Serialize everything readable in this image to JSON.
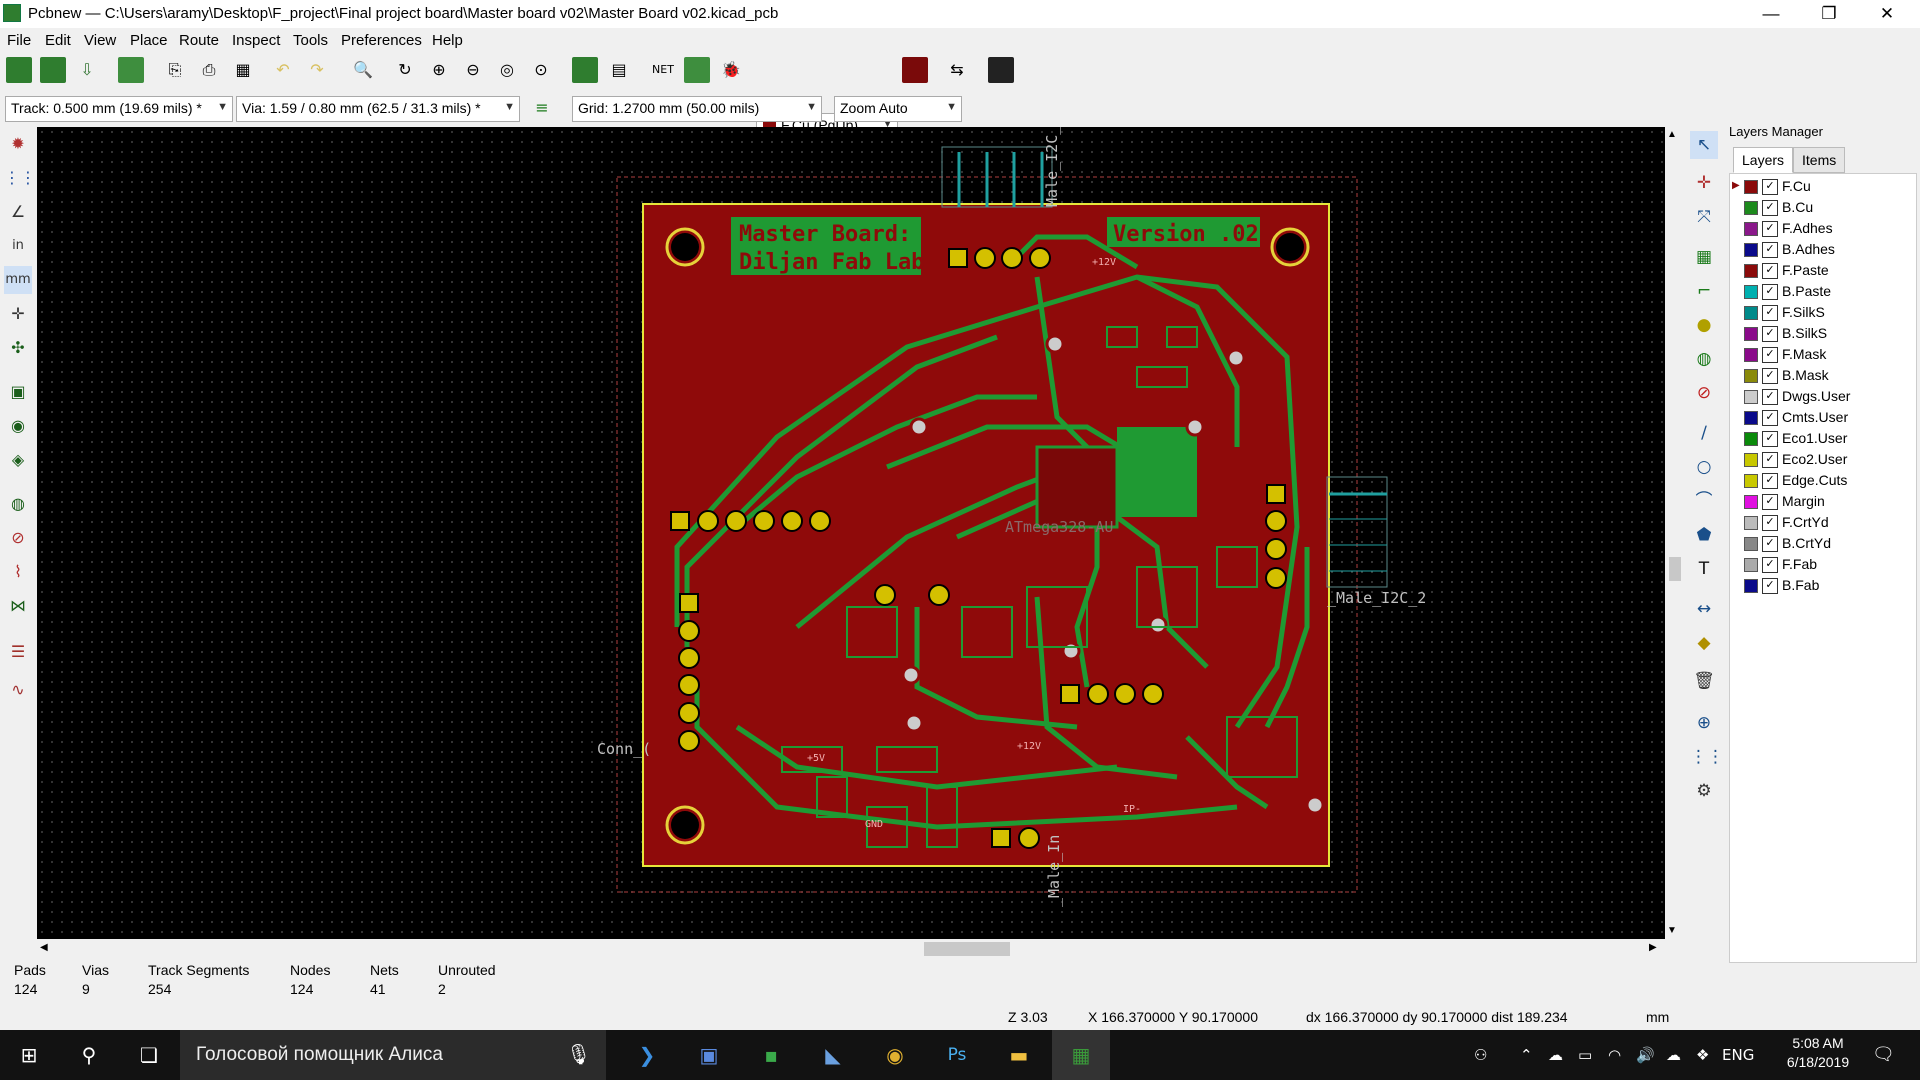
{
  "window": {
    "title": "Pcbnew — C:\\Users\\aramy\\Desktop\\F_project\\Final project board\\Master board v02\\Master Board  v02.kicad_pcb",
    "controls": [
      "—",
      "❐",
      "✕"
    ]
  },
  "menu": [
    "File",
    "Edit",
    "View",
    "Place",
    "Route",
    "Inspect",
    "Tools",
    "Preferences",
    "Help"
  ],
  "toolbar": {
    "layer_select": "F.Cu (PgUp)",
    "layer_color": "#8a0a0a"
  },
  "options": {
    "track": "Track: 0.500 mm (19.69 mils) *",
    "via": "Via: 1.59 / 0.80 mm (62.5 / 31.3 mils) *",
    "grid": "Grid: 1.2700 mm (50.00 mils)",
    "zoom": "Zoom Auto",
    "units_in": "in",
    "units_mm": "mm"
  },
  "pcb": {
    "title_line1": "Master Board:",
    "title_line2": "Diljan Fab Lab:",
    "version": "Version .02",
    "ref_male_i2c_2": "_Male_I2C_2",
    "ref_conn": "Conn_(",
    "ref_male_top": "Male_I2C_",
    "ref_male_bottom": "_Male_In",
    "chip_label": "ATmega328-AU",
    "net_12v": "+12V",
    "net_5v": "+5V",
    "net_gnd": "GND",
    "net_ip": "IP-",
    "board_color": "#8f0a0a",
    "copper_color": "#1f9a33",
    "edge_color": "#e6e63a",
    "pad_color": "#d4c000"
  },
  "layers_manager": {
    "title": "Layers Manager",
    "tabs": [
      "Layers",
      "Items"
    ],
    "layers": [
      {
        "name": "F.Cu",
        "color": "#8a0a0a"
      },
      {
        "name": "B.Cu",
        "color": "#1d8a1d"
      },
      {
        "name": "F.Adhes",
        "color": "#8a188a"
      },
      {
        "name": "B.Adhes",
        "color": "#0a0a8a"
      },
      {
        "name": "F.Paste",
        "color": "#8a0a0a"
      },
      {
        "name": "B.Paste",
        "color": "#00b0b0"
      },
      {
        "name": "F.SilkS",
        "color": "#008a8a"
      },
      {
        "name": "B.SilkS",
        "color": "#8a0a8a"
      },
      {
        "name": "F.Mask",
        "color": "#8a0a8a"
      },
      {
        "name": "B.Mask",
        "color": "#8a8a0a"
      },
      {
        "name": "Dwgs.User",
        "color": "#cccccc"
      },
      {
        "name": "Cmts.User",
        "color": "#0a0a8a"
      },
      {
        "name": "Eco1.User",
        "color": "#0a8a0a"
      },
      {
        "name": "Eco2.User",
        "color": "#c8c800"
      },
      {
        "name": "Edge.Cuts",
        "color": "#c8c800"
      },
      {
        "name": "Margin",
        "color": "#e010e0"
      },
      {
        "name": "F.CrtYd",
        "color": "#bbbbbb"
      },
      {
        "name": "B.CrtYd",
        "color": "#888888"
      },
      {
        "name": "F.Fab",
        "color": "#aaaaaa"
      },
      {
        "name": "B.Fab",
        "color": "#0a0a8a"
      }
    ]
  },
  "stats": [
    {
      "label": "Pads",
      "value": "124"
    },
    {
      "label": "Vias",
      "value": "9"
    },
    {
      "label": "Track Segments",
      "value": "254"
    },
    {
      "label": "Nodes",
      "value": "124"
    },
    {
      "label": "Nets",
      "value": "41"
    },
    {
      "label": "Unrouted",
      "value": "2"
    }
  ],
  "status": {
    "zoom": "Z 3.03",
    "xy": "X 166.370000  Y 90.170000",
    "delta": "dx 166.370000  dy 90.170000  dist 189.234",
    "units": "mm"
  },
  "taskbar": {
    "search_text": "Голосовой помощник Алиса",
    "lang": "ENG",
    "time": "5:08 AM",
    "date": "6/18/2019"
  }
}
